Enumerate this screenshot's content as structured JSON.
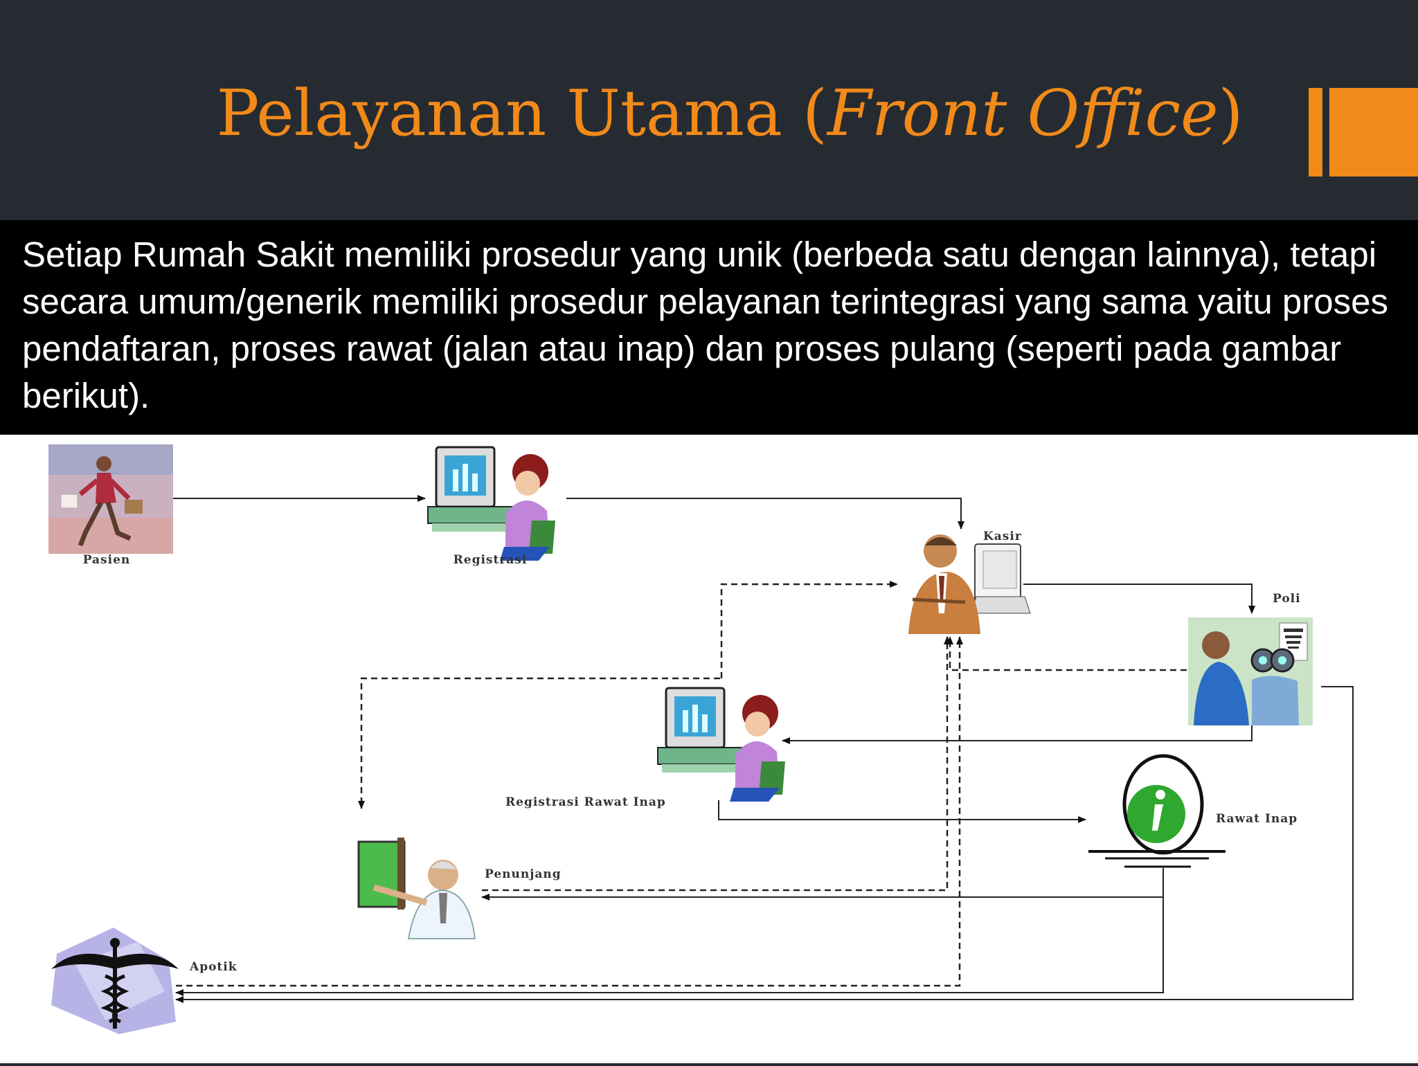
{
  "header": {
    "title_main": "Pelayanan Utama (",
    "title_italic": "Front Office",
    "title_close": ")",
    "accent_color": "#f28a1a"
  },
  "description": "Setiap Rumah Sakit memiliki prosedur yang unik (berbeda satu dengan lainnya), tetapi secara umum/generik memiliki prosedur pelayanan terintegrasi yang sama yaitu proses pendaftaran, proses rawat (jalan atau inap) dan proses pulang (seperti pada gambar berikut).",
  "diagram": {
    "nodes": {
      "pasien": "Pasien",
      "registrasi": "Registrasi",
      "kasir": "Kasir",
      "poli": "Poli",
      "registrasi_rawat_inap": "Registrasi Rawat Inap",
      "rawat_inap": "Rawat Inap",
      "penunjang": "Penunjang",
      "apotik": "Apotik"
    },
    "icons": {
      "pasien": "walking-woman-icon",
      "registrasi": "computer-clerk-icon",
      "kasir": "cashier-icon",
      "poli": "eye-doctor-icon",
      "registrasi_rawat_inap": "computer-clerk-icon",
      "rawat_inap": "info-icon",
      "penunjang": "doctor-xray-icon",
      "apotik": "caduceus-icon"
    }
  }
}
